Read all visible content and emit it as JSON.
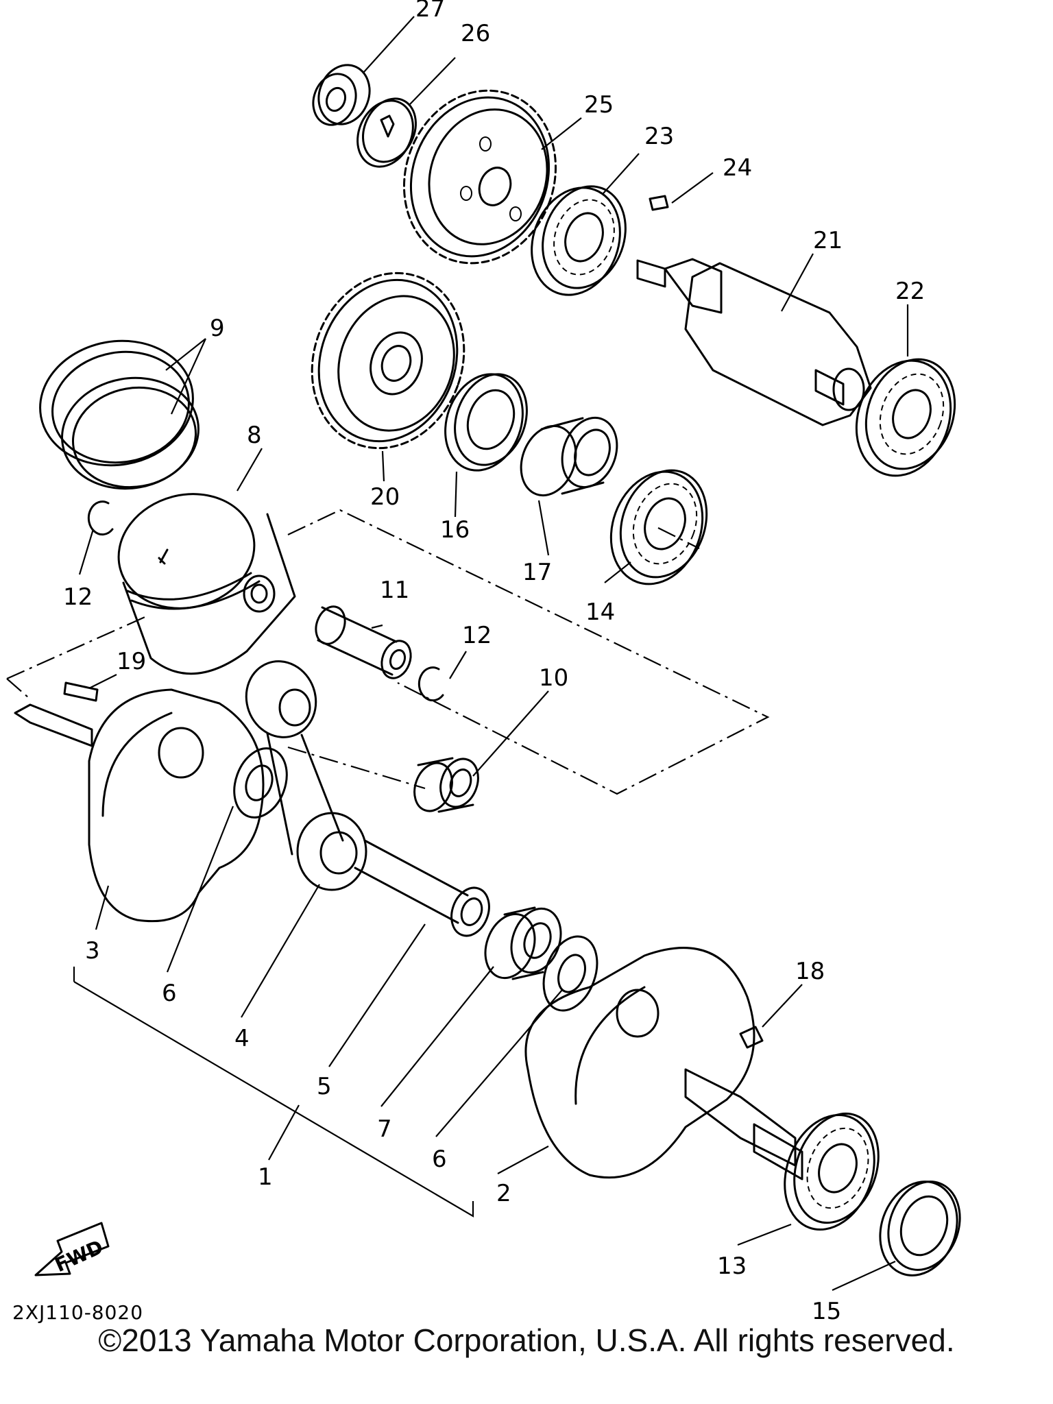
{
  "diagram": {
    "callouts": [
      "27",
      "26",
      "25",
      "23",
      "24",
      "21",
      "22",
      "9",
      "8",
      "20",
      "16",
      "17",
      "14",
      "12",
      "11",
      "12",
      "10",
      "19",
      "3",
      "6",
      "4",
      "5",
      "7",
      "6",
      "1",
      "2",
      "18",
      "13",
      "15"
    ],
    "fwd_label": "FWD",
    "drawing_code": "2XJ110-8020",
    "copyright": "©2013 Yamaha Motor Corporation, U.S.A. All rights reserved."
  }
}
